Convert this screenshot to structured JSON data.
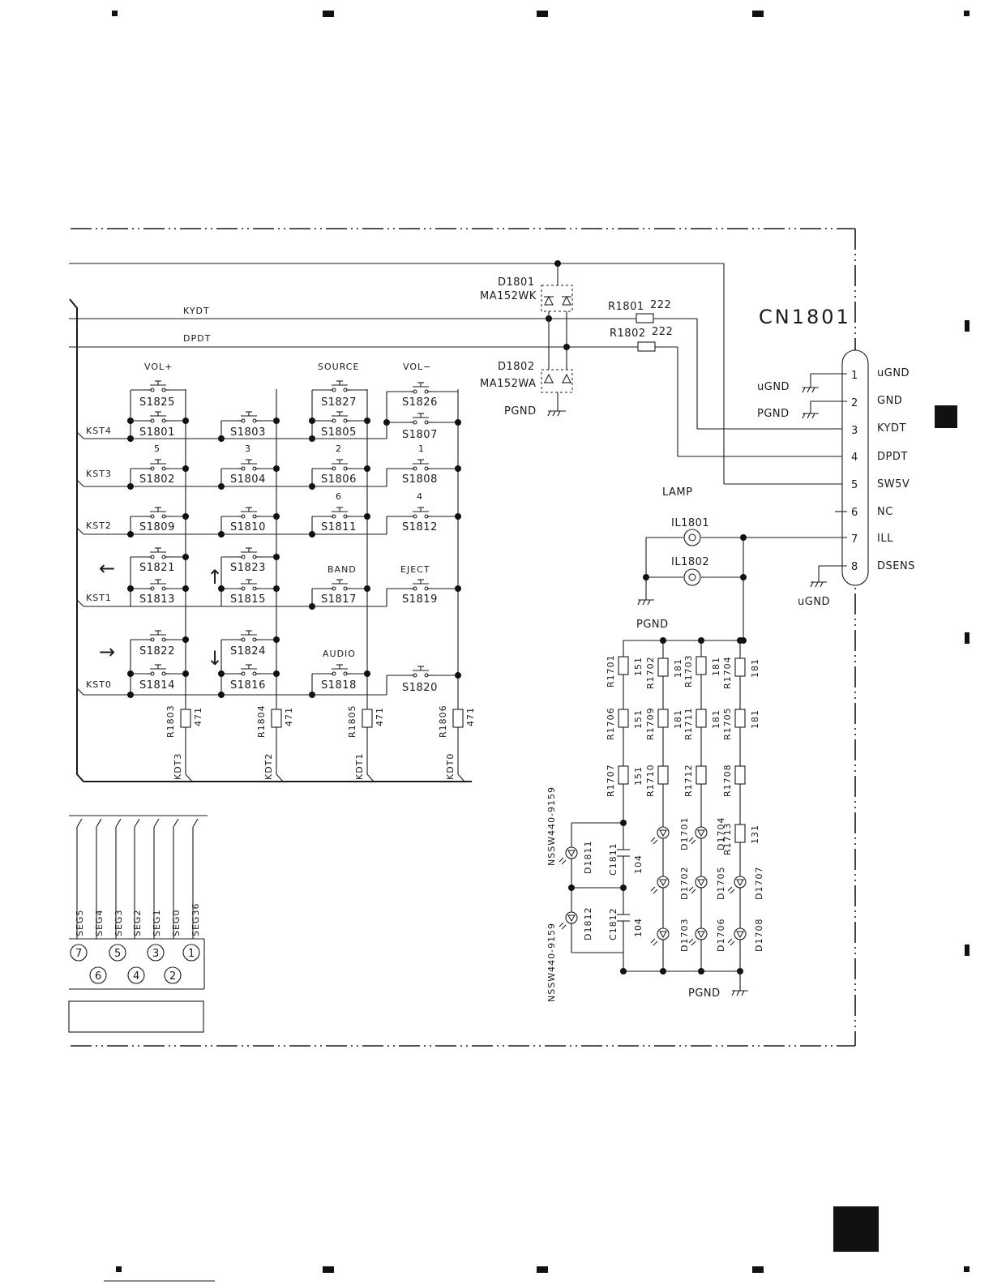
{
  "connector": {
    "ref": "CN1801",
    "pins": [
      {
        "num": "1",
        "name": "uGND"
      },
      {
        "num": "2",
        "name": "GND"
      },
      {
        "num": "3",
        "name": "KYDT"
      },
      {
        "num": "4",
        "name": "DPDT"
      },
      {
        "num": "5",
        "name": "SW5V"
      },
      {
        "num": "6",
        "name": "NC"
      },
      {
        "num": "7",
        "name": "ILL"
      },
      {
        "num": "8",
        "name": "DSENS"
      }
    ]
  },
  "signals": {
    "kydt": "KYDT",
    "dpdt": "DPDT",
    "lamp": "LAMP"
  },
  "grounds": {
    "ugnd": "uGND",
    "pgnd": "PGND"
  },
  "diodes": {
    "d1801_ref": "D1801",
    "d1801_part": "MA152WK",
    "d1802_ref": "D1802",
    "d1802_part": "MA152WA"
  },
  "series_resistors": {
    "r1801": "R1801",
    "r1801_val": "222",
    "r1802": "R1802",
    "r1802_val": "222"
  },
  "key_matrix": {
    "rows": [
      "KST4",
      "KST3",
      "KST2",
      "KST1",
      "KST0"
    ],
    "columns": [
      {
        "ref": "R1803",
        "val": "471",
        "net": "KDT3"
      },
      {
        "ref": "R1804",
        "val": "471",
        "net": "KDT2"
      },
      {
        "ref": "R1805",
        "val": "471",
        "net": "KDT1"
      },
      {
        "ref": "R1806",
        "val": "471",
        "net": "KDT0"
      }
    ],
    "switches": [
      {
        "ref": "S1825",
        "label": "VOL+"
      },
      {
        "ref": "S1801",
        "label": ""
      },
      {
        "ref": "S1803",
        "label": ""
      },
      {
        "ref": "S1827",
        "label": "SOURCE"
      },
      {
        "ref": "S1805",
        "label": ""
      },
      {
        "ref": "S1826",
        "label": "VOL−"
      },
      {
        "ref": "S1807",
        "label": ""
      },
      {
        "ref": "S1802",
        "label": "5"
      },
      {
        "ref": "S1804",
        "label": "3"
      },
      {
        "ref": "S1806",
        "label": "2"
      },
      {
        "ref": "S1808",
        "label": "1"
      },
      {
        "ref": "S1809",
        "label": ""
      },
      {
        "ref": "S1810",
        "label": ""
      },
      {
        "ref": "S1811",
        "label": "6"
      },
      {
        "ref": "S1812",
        "label": "4"
      },
      {
        "ref": "S1821",
        "label": "←"
      },
      {
        "ref": "S1813",
        "label": ""
      },
      {
        "ref": "S1823",
        "label": "↑"
      },
      {
        "ref": "S1815",
        "label": ""
      },
      {
        "ref": "S1817",
        "label": "BAND"
      },
      {
        "ref": "S1819",
        "label": "EJECT"
      },
      {
        "ref": "S1822",
        "label": "→"
      },
      {
        "ref": "S1814",
        "label": ""
      },
      {
        "ref": "S1824",
        "label": "↓"
      },
      {
        "ref": "S1816",
        "label": ""
      },
      {
        "ref": "S1818",
        "label": "AUDIO"
      },
      {
        "ref": "S1820",
        "label": ""
      }
    ]
  },
  "lamps": {
    "il1801": "IL1801",
    "il1802": "IL1802"
  },
  "led_network": {
    "resistors": [
      {
        "ref": "R1701",
        "val": "151"
      },
      {
        "ref": "R1702",
        "val": "181"
      },
      {
        "ref": "R1703",
        "val": "181"
      },
      {
        "ref": "R1704",
        "val": "181"
      },
      {
        "ref": "R1706",
        "val": "151"
      },
      {
        "ref": "R1709",
        "val": "181"
      },
      {
        "ref": "R1711",
        "val": "181"
      },
      {
        "ref": "R1705",
        "val": "181"
      },
      {
        "ref": "R1707",
        "val": "151"
      },
      {
        "ref": "R1710",
        "val": ""
      },
      {
        "ref": "R1712",
        "val": ""
      },
      {
        "ref": "R1708",
        "val": ""
      },
      {
        "ref": "R1713",
        "val": "131"
      }
    ],
    "leds": [
      "D1701",
      "D1702",
      "D1703",
      "D1704",
      "D1705",
      "D1706",
      "D1707",
      "D1708"
    ],
    "side_leds": [
      {
        "ref": "D1811",
        "part": "NSSW440-9159"
      },
      {
        "ref": "D1812",
        "part": "NSSW440-9159"
      }
    ],
    "capacitors": [
      {
        "ref": "C1811",
        "val": "104"
      },
      {
        "ref": "C1812",
        "val": "104"
      }
    ]
  },
  "display_connector": {
    "segments": [
      "SEG5",
      "SEG4",
      "SEG3",
      "SEG2",
      "SEG1",
      "SEG0",
      "SEG36"
    ],
    "pins_top": [
      "7",
      "5",
      "3",
      "1"
    ],
    "pins_bottom": [
      "6",
      "4",
      "2"
    ]
  }
}
